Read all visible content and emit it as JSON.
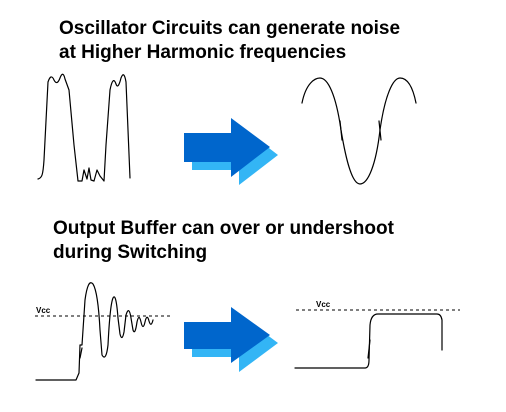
{
  "heading_1": {
    "line1": "Oscillator Circuits can generate noise",
    "line2": "at Higher Harmonic frequencies"
  },
  "heading_2": {
    "line1": "Output Buffer can over or undershoot",
    "line2": "during Switching"
  },
  "vcc_label": "Vcc",
  "colors": {
    "arrow_front": "#0066cc",
    "arrow_shadow": "#33b5f5",
    "stroke": "#000000"
  }
}
